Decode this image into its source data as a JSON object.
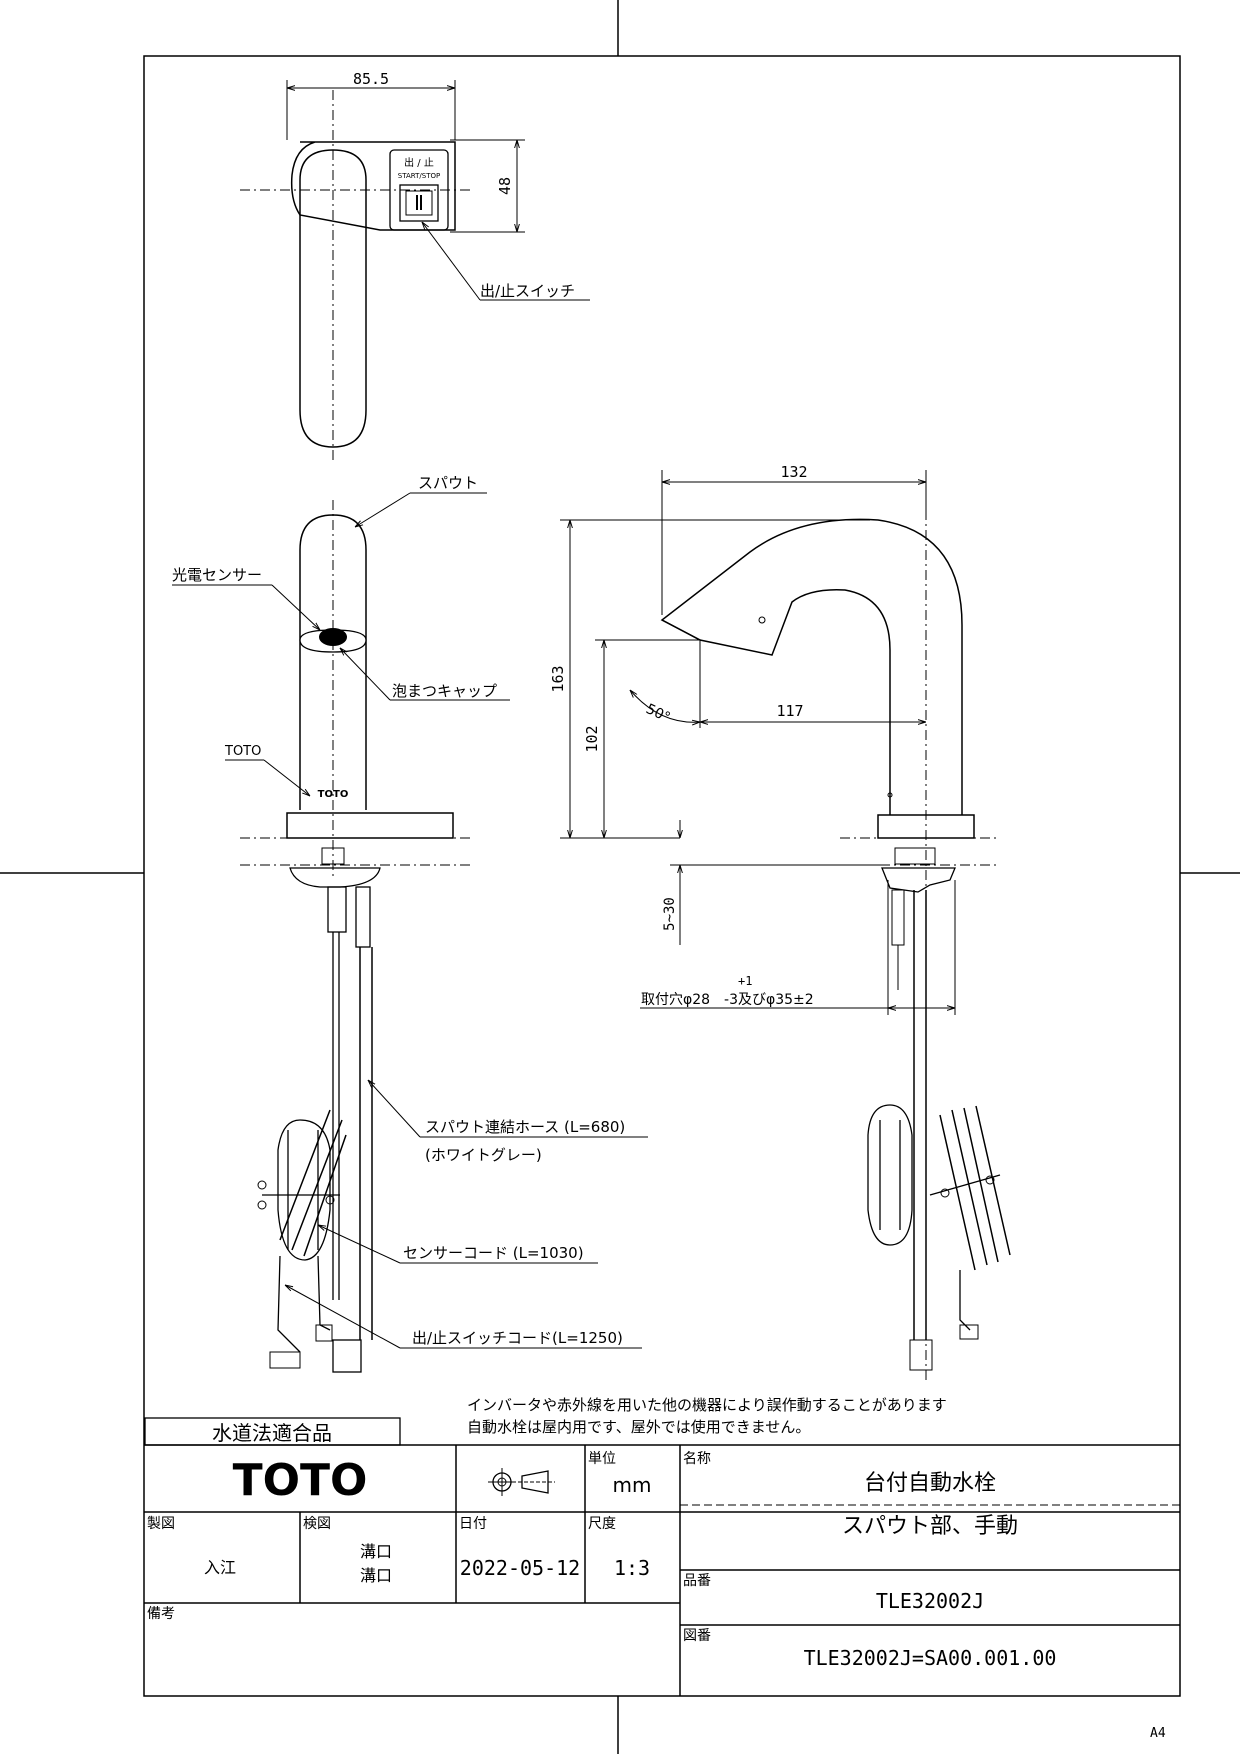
{
  "stamp": "水道法適合品",
  "brand": "TOTO",
  "title_block": {
    "unit_label": "単位",
    "unit_value": "mm",
    "name_label": "名称",
    "name_line1": "台付自動水栓",
    "name_line2": "スパウト部、手動",
    "drawn_label": "製図",
    "drawn_value": "入江",
    "checked_label": "検図",
    "checked_value1": "溝口",
    "checked_value2": "溝口",
    "date_label": "日付",
    "date_value": "2022-05-12",
    "scale_label": "尺度",
    "scale_value": "1:3",
    "part_label": "品番",
    "part_value": "TLE32002J",
    "drawing_no_label": "図番",
    "drawing_no_value": "TLE32002J=SA00.001.00",
    "remarks_label": "備考"
  },
  "notes": {
    "line1": "インバータや赤外線を用いた他の機器により誤作動することがあります",
    "line2": "自動水栓は屋内用です、屋外では使用できません。"
  },
  "paper_size": "A4",
  "dimensions": {
    "top_width": "85.5",
    "top_depth": "48",
    "reach": "132",
    "height_total": "163",
    "height_outlet": "102",
    "outlet_to_center": "117",
    "angle": "50°",
    "counter_thickness": "5~30",
    "hole_tol": "+1",
    "hole_spec": "取付穴φ28　-3及びφ35±2"
  },
  "labels": {
    "switch": "出/止スイッチ",
    "switch_button_text1": "出 / 止",
    "switch_button_text2": "START/STOP",
    "spout": "スパウト",
    "sensor": "光電センサー",
    "aerator": "泡まつキャップ",
    "logo": "TOTO",
    "hose": "スパウト連結ホース (L=680)",
    "hose_color": "(ホワイトグレー)",
    "sensor_cord": "センサーコード (L=1030)",
    "switch_cord": "出/止スイッチコード(L=1250)"
  }
}
